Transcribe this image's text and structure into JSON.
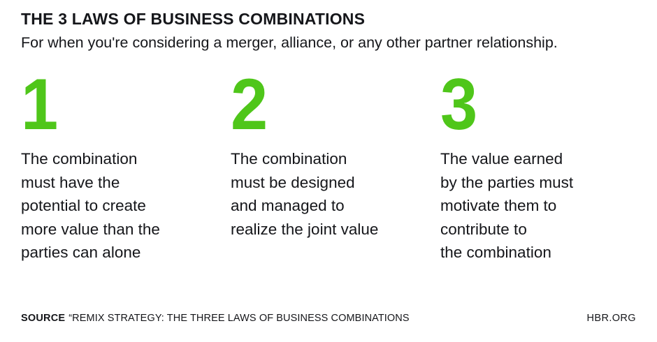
{
  "header": {
    "title": "THE 3 LAWS OF BUSINESS COMBINATIONS",
    "subtitle": "For when you're considering a merger, alliance, or any other partner relationship."
  },
  "laws": [
    {
      "number": "1",
      "text": "The combination\nmust have the\npotential to create\nmore value than the\nparties can alone"
    },
    {
      "number": "2",
      "text": "The combination\nmust be designed\nand managed to\nrealize the joint value"
    },
    {
      "number": "3",
      "text": "The value earned\nby the parties must\nmotivate them to\ncontribute to\nthe combination"
    }
  ],
  "footer": {
    "source_label": "SOURCE",
    "source_text": "“REMIX STRATEGY: THE THREE LAWS OF BUSINESS COMBINATIONS",
    "brand": "HBR.ORG"
  },
  "colors": {
    "accent_green": "#4FC61A",
    "text": "#15161A",
    "background": "#FFFFFF"
  }
}
